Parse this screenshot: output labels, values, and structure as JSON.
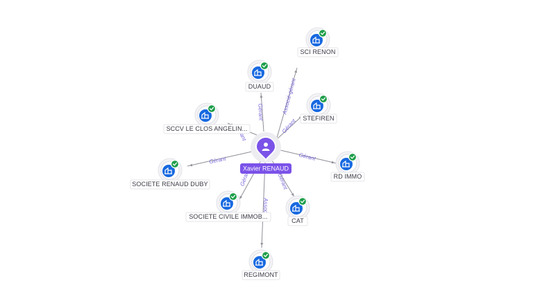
{
  "center": {
    "name": "Xavier RENAUD",
    "icon": "person-icon",
    "color": "#7b52e8"
  },
  "companies": [
    {
      "id": "sci-renon",
      "label": "SCI RENON",
      "icon": "building-icon",
      "status_icon": "check-icon"
    },
    {
      "id": "duaud",
      "label": "DUAUD",
      "icon": "building-icon",
      "status_icon": "check-icon"
    },
    {
      "id": "stefiren",
      "label": "STEFIREN",
      "icon": "building-icon",
      "status_icon": "check-icon"
    },
    {
      "id": "sccv",
      "label": "SCCV LE CLOS ANGELIN...",
      "icon": "building-icon",
      "status_icon": "check-icon"
    },
    {
      "id": "rd-immo",
      "label": "RD IMMO",
      "icon": "building-icon",
      "status_icon": "check-icon"
    },
    {
      "id": "renaud-duby",
      "label": "SOCIETE RENAUD DUBY",
      "icon": "building-icon",
      "status_icon": "check-icon"
    },
    {
      "id": "civile-immob",
      "label": "SOCIETE CIVILE IMMOB...",
      "icon": "building-icon",
      "status_icon": "check-icon"
    },
    {
      "id": "cat",
      "label": "CAT",
      "icon": "building-icon",
      "status_icon": "check-icon"
    },
    {
      "id": "regimont",
      "label": "REGIMONT",
      "icon": "building-icon",
      "status_icon": "check-icon"
    }
  ],
  "edges": [
    {
      "to": "sci-renon",
      "role": "Associé-gérant"
    },
    {
      "to": "duaud",
      "role": "Gérant"
    },
    {
      "to": "stefiren",
      "role": "Gérant"
    },
    {
      "to": "sccv",
      "role": "Gérant"
    },
    {
      "to": "rd-immo",
      "role": "Gérant"
    },
    {
      "to": "renaud-duby",
      "role": "Gérant"
    },
    {
      "to": "civile-immob",
      "role": "Gérant"
    },
    {
      "to": "cat",
      "role": "Gérant"
    },
    {
      "to": "regimont",
      "role": "Associé"
    }
  ],
  "colors": {
    "edge": "#8f8f98",
    "edge_label": "#7b6cd9",
    "company_icon": "#1769e0",
    "verified": "#1e9e4a"
  }
}
